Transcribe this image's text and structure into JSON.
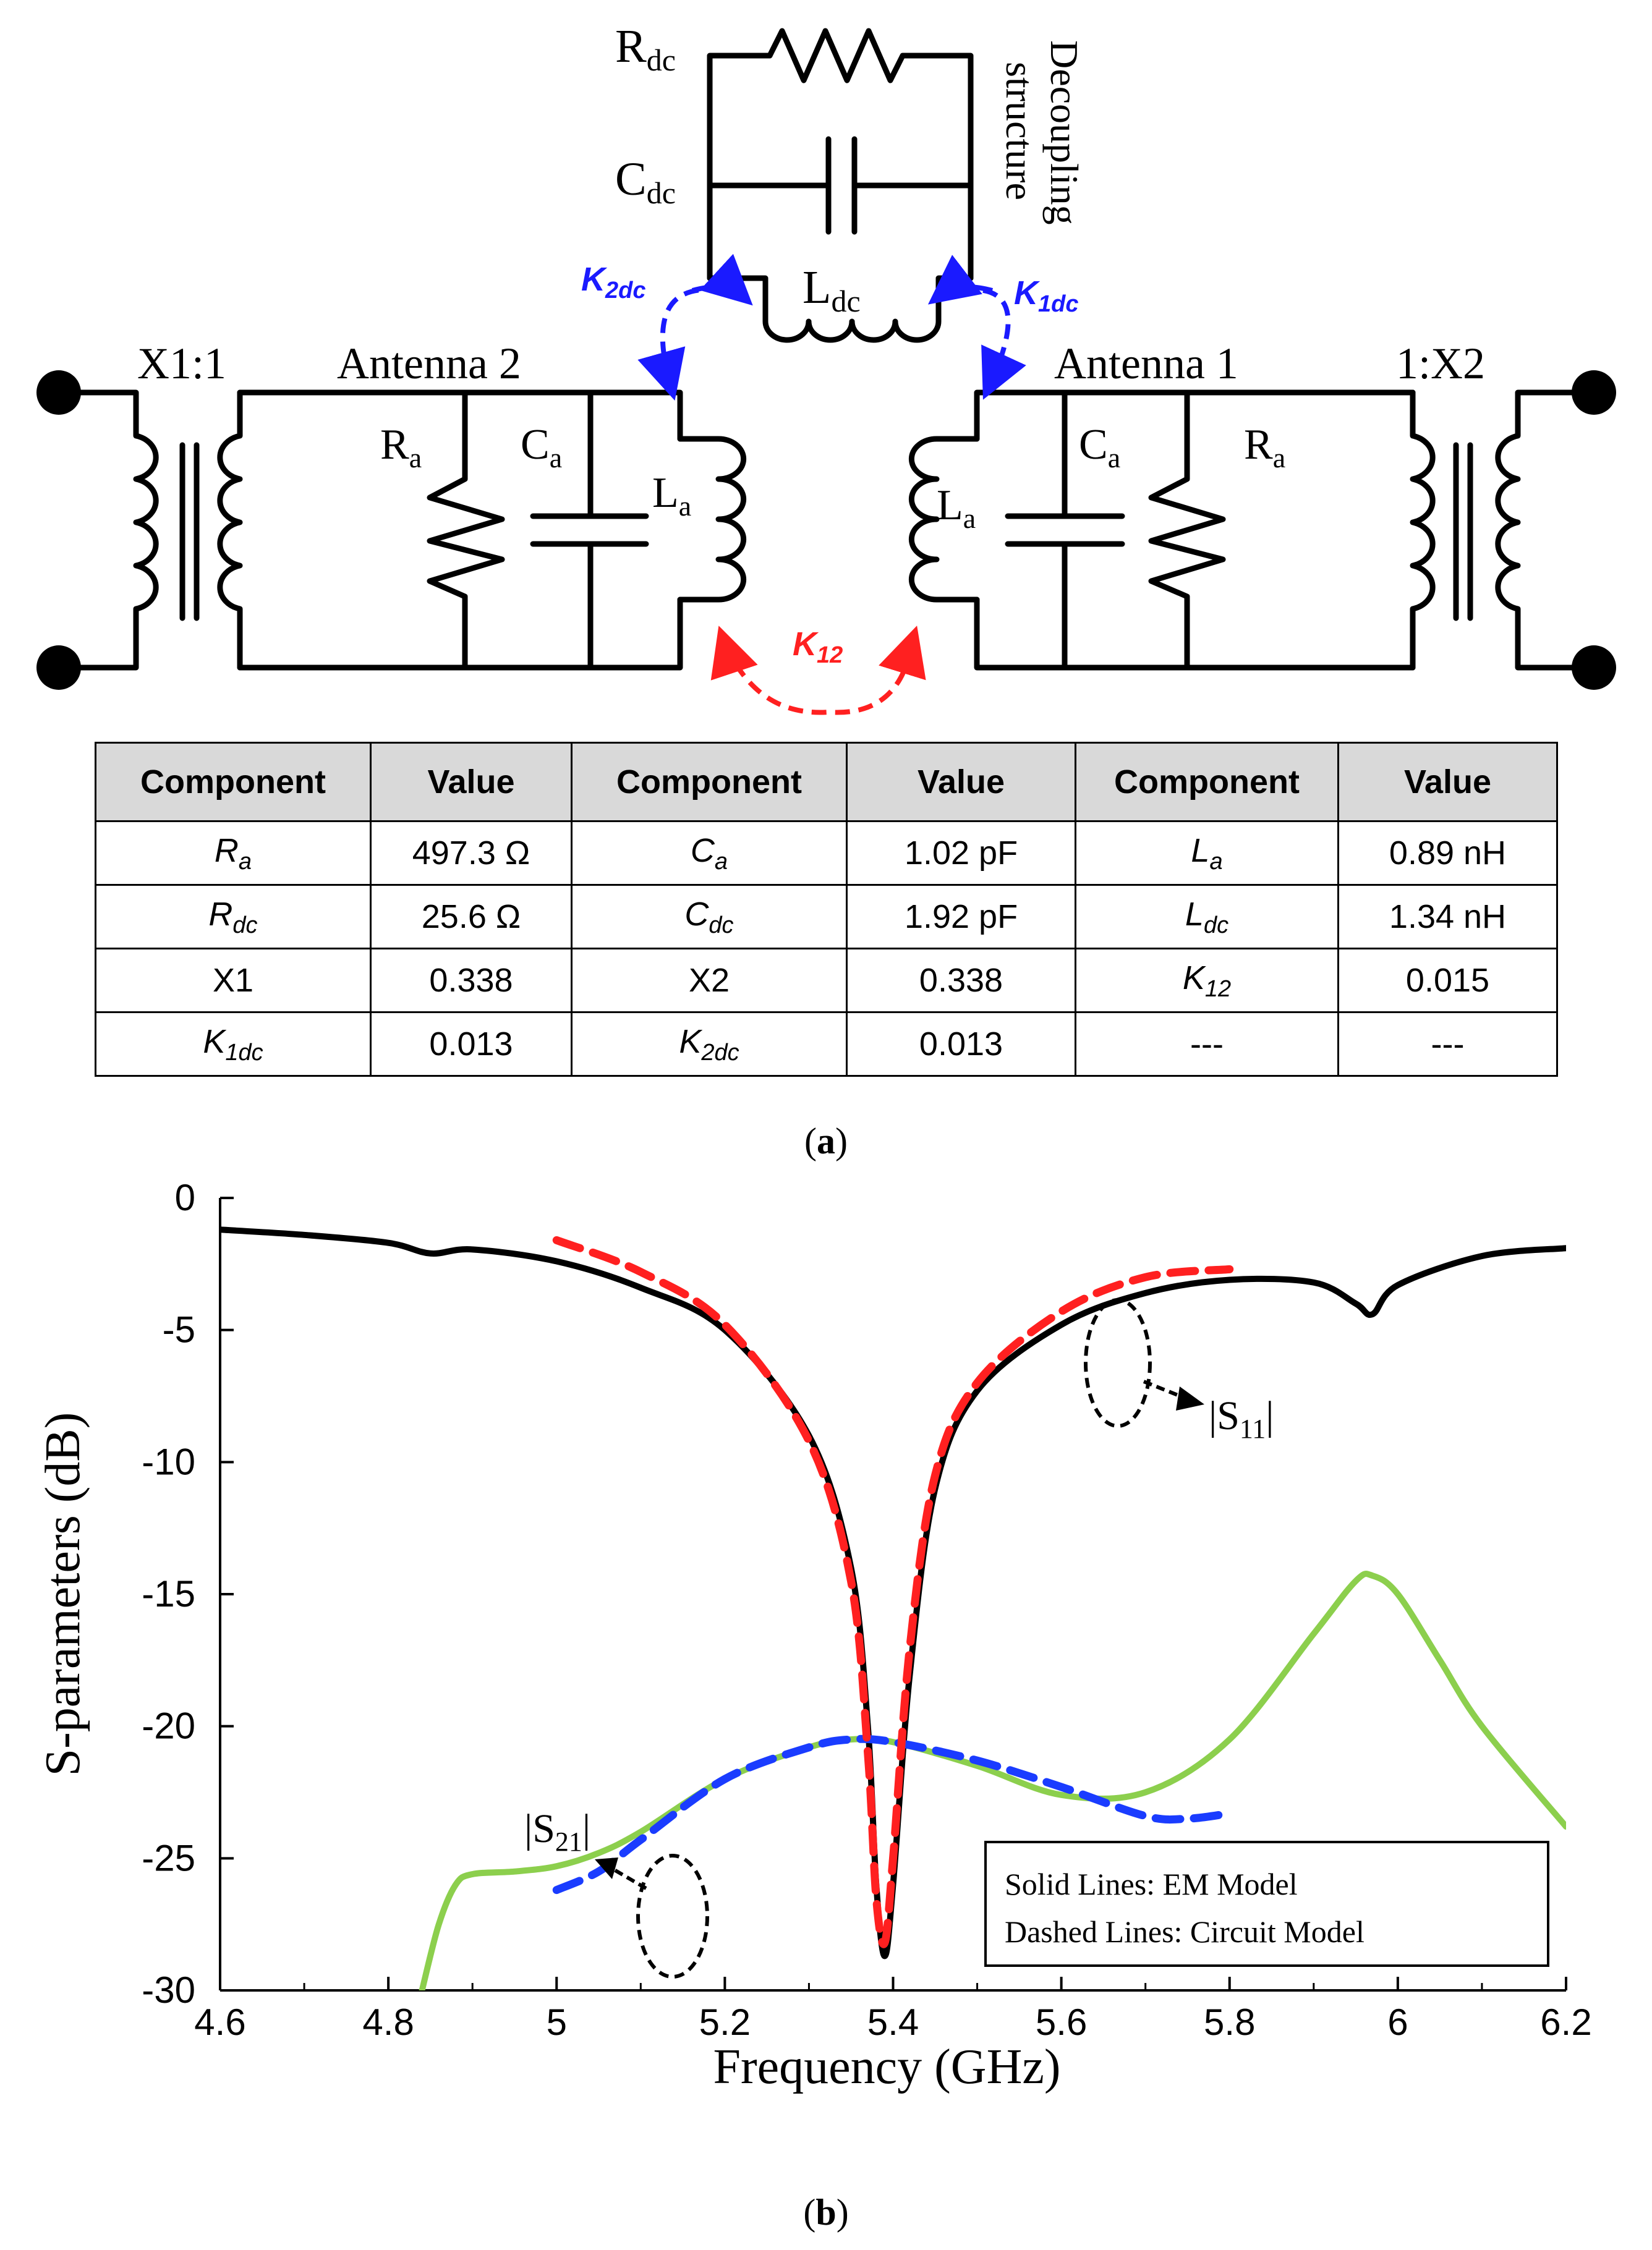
{
  "circuit": {
    "antenna2_label": "Antenna 2",
    "antenna1_label": "Antenna 1",
    "transformer_left_label": "X1:1",
    "transformer_right_label": "1:X2",
    "decoupling_label_line1": "Decoupling",
    "decoupling_label_line2": "structure",
    "resistor_label": "R",
    "resistor_sub": "a",
    "capacitor_label": "C",
    "capacitor_sub": "a",
    "inductor_label": "L",
    "inductor_sub": "a",
    "rdc_label": "R",
    "rdc_sub": "dc",
    "cdc_label": "C",
    "cdc_sub": "dc",
    "ldc_label": "L",
    "ldc_sub": "dc",
    "k2dc_label": "K",
    "k2dc_sub": "2dc",
    "k1dc_label": "K",
    "k1dc_sub": "1dc",
    "k12_label": "K",
    "k12_sub": "12",
    "coupling_dc_color": "#1a1aff",
    "coupling_12_color": "#ff2020"
  },
  "table": {
    "headers": [
      "Component",
      "Value",
      "Component",
      "Value",
      "Component",
      "Value"
    ],
    "rows": [
      [
        {
          "n": "R",
          "s": "a"
        },
        "497.3 Ω",
        {
          "n": "C",
          "s": "a"
        },
        "1.02 pF",
        {
          "n": "L",
          "s": "a"
        },
        "0.89 nH"
      ],
      [
        {
          "n": "R",
          "s": "dc"
        },
        "25.6 Ω",
        {
          "n": "C",
          "s": "dc"
        },
        "1.92 pF",
        {
          "n": "L",
          "s": "dc"
        },
        "1.34 nH"
      ],
      [
        "X1",
        "0.338",
        "X2",
        "0.338",
        {
          "n": "K",
          "s": "12"
        },
        "0.015"
      ],
      [
        {
          "n": "K",
          "s": "1dc"
        },
        "0.013",
        {
          "n": "K",
          "s": "2dc"
        },
        "0.013",
        "---",
        "---"
      ]
    ]
  },
  "captions": {
    "a_open": "(",
    "a_letter": "a",
    "a_close": ")",
    "b_open": "(",
    "b_letter": "b",
    "b_close": ")"
  },
  "chart_data": {
    "type": "line",
    "xlabel": "Frequency (GHz)",
    "ylabel": "S-parameters (dB)",
    "xlim": [
      4.6,
      6.2
    ],
    "ylim": [
      -30,
      0
    ],
    "xticks": [
      "4.6",
      "4.8",
      "5",
      "5.2",
      "5.4",
      "5.6",
      "5.8",
      "6",
      "6.2"
    ],
    "yticks": [
      "0",
      "-5",
      "-10",
      "-15",
      "-20",
      "-25",
      "-30"
    ],
    "grid": false,
    "legend_lines": [
      "Solid Lines: EM Model",
      "Dashed Lines: Circuit Model"
    ],
    "legend_position": "bottom-right",
    "annotations": [
      {
        "text": "|S",
        "sub": "11",
        "tail": "|"
      },
      {
        "text": "|S",
        "sub": "21",
        "tail": "|"
      }
    ],
    "series": [
      {
        "color": "#000000",
        "style": "solid",
        "x": [
          4.6,
          4.7,
          4.8,
          4.85,
          4.9,
          5.0,
          5.1,
          5.2,
          5.3,
          5.35,
          5.37,
          5.38,
          5.39,
          5.4,
          5.42,
          5.45,
          5.5,
          5.6,
          5.7,
          5.8,
          5.9,
          5.95,
          5.97,
          6.0,
          6.1,
          6.2
        ],
        "y": [
          -1.2,
          -1.4,
          -1.7,
          -2.1,
          -1.95,
          -2.4,
          -3.4,
          -5.0,
          -9.0,
          -14.0,
          -20.0,
          -26.0,
          -28.7,
          -26.0,
          -18.0,
          -11.0,
          -7.3,
          -4.8,
          -3.6,
          -3.1,
          -3.2,
          -4.0,
          -4.4,
          -3.3,
          -2.2,
          -1.9
        ]
      },
      {
        "color": "#ff2020",
        "style": "dashed",
        "x": [
          5.0,
          5.1,
          5.2,
          5.3,
          5.35,
          5.37,
          5.38,
          5.39,
          5.4,
          5.42,
          5.45,
          5.5,
          5.6,
          5.7,
          5.8
        ],
        "y": [
          -1.6,
          -2.8,
          -4.8,
          -9.2,
          -14.5,
          -21.0,
          -26.5,
          -28.2,
          -25.0,
          -17.0,
          -10.5,
          -7.0,
          -4.3,
          -3.0,
          -2.7
        ]
      },
      {
        "color": "#8ccf4d",
        "style": "solid",
        "x": [
          4.84,
          4.86,
          4.88,
          4.9,
          4.95,
          5.0,
          5.05,
          5.1,
          5.2,
          5.3,
          5.35,
          5.4,
          5.5,
          5.6,
          5.7,
          5.8,
          5.9,
          5.95,
          5.97,
          6.0,
          6.05,
          6.1,
          6.2
        ],
        "y": [
          -30.0,
          -27.5,
          -26.0,
          -25.6,
          -25.5,
          -25.3,
          -24.8,
          -24.0,
          -22.0,
          -20.8,
          -20.5,
          -20.6,
          -21.5,
          -22.6,
          -22.5,
          -20.5,
          -16.5,
          -14.5,
          -14.3,
          -15.0,
          -17.5,
          -20.0,
          -23.8
        ]
      },
      {
        "color": "#1a3cff",
        "style": "dashed",
        "x": [
          5.0,
          5.05,
          5.1,
          5.2,
          5.3,
          5.35,
          5.4,
          5.5,
          5.6,
          5.7,
          5.75,
          5.8
        ],
        "y": [
          -26.2,
          -25.5,
          -24.3,
          -22.0,
          -20.8,
          -20.5,
          -20.6,
          -21.3,
          -22.3,
          -23.4,
          -23.5,
          -23.3
        ]
      }
    ]
  }
}
